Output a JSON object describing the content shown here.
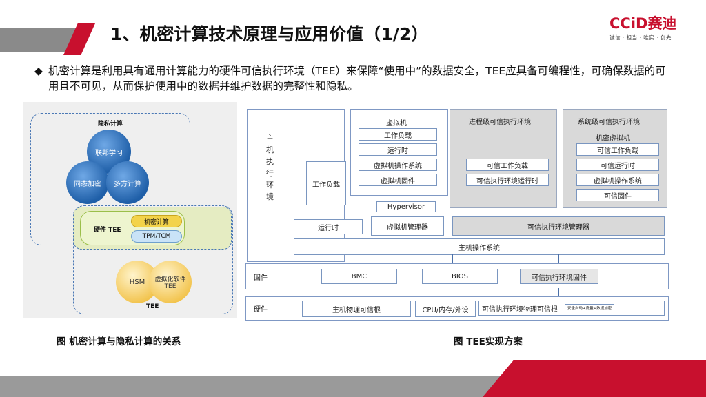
{
  "header": {
    "title": "1、机密计算技术原理与应用价值（1/2）",
    "logo_main": "CCiD赛迪",
    "logo_sub": "诚信 · 担当 · 唯实 · 创先"
  },
  "bullet": {
    "marker": "◆",
    "text": "机密计算是利用具有通用计算能力的硬件可信执行环境（TEE）来保障“使用中”的数据安全，TEE应具备可编程性，可确保数据的可用且不可见，从而保护使用中的数据并维护数据的完整性和隐私。"
  },
  "left_figure": {
    "privacy_group": "隐私计算",
    "circle_fl": "联邦学习",
    "circle_he": "同态加密",
    "circle_mpc": "多方计算",
    "hw_tee": "硬件 TEE",
    "pill_cc": "机密计算",
    "pill_tpm": "TPM/TCM",
    "circle_hsm": "HSM",
    "circle_vtee": "虚拟化软件 TEE",
    "tee_group": "TEE",
    "caption": "图  机密计算与隐私计算的关系"
  },
  "right_figure": {
    "host_env": "主机执行环境",
    "workload": "工作负载",
    "vm_title": "虚拟机",
    "vm_items": [
      "工作负载",
      "运行时",
      "虚拟机操作系统",
      "虚拟机固件"
    ],
    "hypervisor": "Hypervisor",
    "runtime": "运行时",
    "vm_manager": "虚拟机管理器",
    "proc_tee_title": "进程级可信执行环境",
    "proc_tee_items": [
      "可信工作负载",
      "可信执行环境运行时"
    ],
    "sys_tee_title": "系统级可信执行环境",
    "conf_vm_title": "机密虚拟机",
    "sys_tee_items": [
      "可信工作负载",
      "可信运行时",
      "虚拟机操作系统",
      "可信固件"
    ],
    "tee_manager": "可信执行环境管理器",
    "host_os": "主机操作系统",
    "firmware_label": "固件",
    "firmware_items": [
      "BMC",
      "BIOS",
      "可信执行环境固件"
    ],
    "hardware_label": "硬件",
    "hardware_items": [
      "主机物理可信根",
      "CPU/内存/外设",
      "可信执行环境物理可信根"
    ],
    "hw_small": "安全启动+度量+数据加密",
    "caption": "图  TEE实现方案"
  },
  "colors": {
    "brand_red": "#c8102e",
    "footer_gray": "#9a9a9a",
    "diagram_blue": "#4a6fa8"
  }
}
